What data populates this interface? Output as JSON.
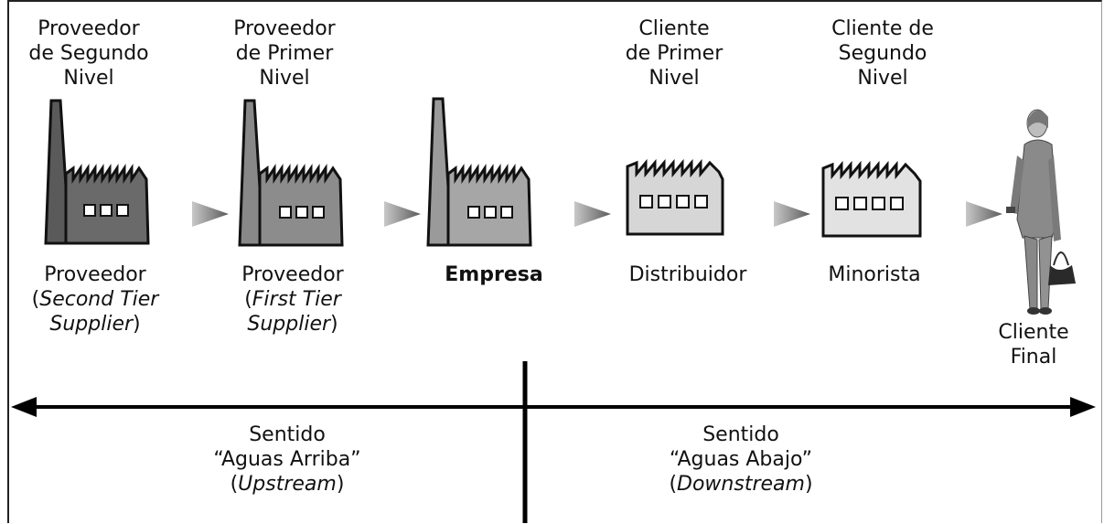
{
  "stages": [
    {
      "tier_top": [
        "Proveedor",
        "de Segundo",
        "Nivel"
      ],
      "name_prefix": "Proveedor",
      "name_line2_open": "(",
      "name_line2_italic": "Second Tier",
      "name_line3_italic": "Supplier",
      "name_line3_close": ")"
    },
    {
      "tier_top": [
        "Proveedor",
        "de Primer",
        "Nivel"
      ],
      "name_prefix": "Proveedor",
      "name_line2_open": "(",
      "name_line2_italic": "First Tier",
      "name_line3_italic": "Supplier",
      "name_line3_close": ")"
    },
    {
      "name": "Empresa"
    },
    {
      "tier_top": [
        "Cliente",
        "de Primer",
        "Nivel"
      ],
      "name": "Distribuidor"
    },
    {
      "tier_top": [
        "Cliente de",
        "Segundo",
        "Nivel"
      ],
      "name": "Minorista"
    },
    {
      "name_lines": [
        "Cliente",
        "Final"
      ]
    }
  ],
  "upstream": {
    "line1": "Sentido",
    "line2": "“Aguas Arriba”",
    "open": "(",
    "italic": "Upstream",
    "close": ")"
  },
  "downstream": {
    "line1": "Sentido",
    "line2": "“Aguas Abajo”",
    "open": "(",
    "italic": "Downstream",
    "close": ")"
  }
}
